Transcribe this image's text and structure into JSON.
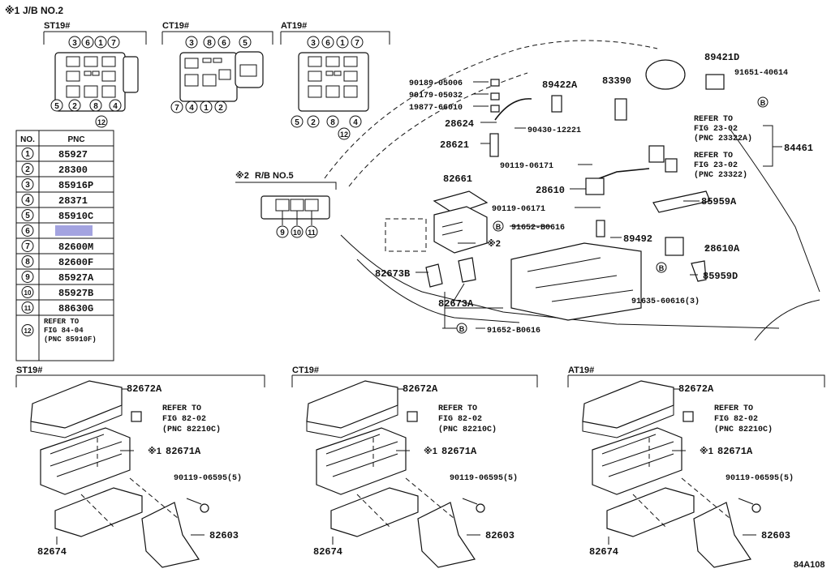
{
  "notes": {
    "jb_marker": "※1",
    "jb_title": "J/B NO.2",
    "rb_marker": "※2",
    "rb_title": "R/B NO.5"
  },
  "jb_views": [
    {
      "label": "ST19#",
      "numbers": [
        "3",
        "6",
        "1",
        "7",
        "5",
        "2",
        "8",
        "4",
        "12"
      ]
    },
    {
      "label": "CT19#",
      "numbers": [
        "3",
        "8",
        "6",
        "5",
        "7",
        "4",
        "1",
        "2"
      ]
    },
    {
      "label": "AT19#",
      "numbers": [
        "3",
        "6",
        "1",
        "7",
        "5",
        "2",
        "8",
        "4",
        "12"
      ]
    }
  ],
  "rb_numbers": [
    "9",
    "10",
    "11"
  ],
  "pnc_table": {
    "headers": [
      "NO.",
      "PNC"
    ],
    "rows": [
      {
        "no": "1",
        "pnc": "85927"
      },
      {
        "no": "2",
        "pnc": "28300"
      },
      {
        "no": "3",
        "pnc": "85916P"
      },
      {
        "no": "4",
        "pnc": "28371"
      },
      {
        "no": "5",
        "pnc": "85910C"
      },
      {
        "no": "6",
        "pnc": ""
      },
      {
        "no": "7",
        "pnc": "82600M"
      },
      {
        "no": "8",
        "pnc": "82600F"
      },
      {
        "no": "9",
        "pnc": "85927A"
      },
      {
        "no": "10",
        "pnc": "85927B"
      },
      {
        "no": "11",
        "pnc": "88630G"
      },
      {
        "no": "12",
        "pnc": "REFER TO\nFIG 84-04\n(PNC 85910F)"
      }
    ],
    "highlight_color": "#a3a3e0"
  },
  "engine_labels": {
    "p90189": "90189-05006",
    "p90179": "90179-05032",
    "p19877": "19877-66010",
    "p89422a": "89422A",
    "p83390": "83390",
    "p89421d": "89421D",
    "p91651": "91651-40614",
    "p28624": "28624",
    "p90430": "90430-12221",
    "refer1_a": "REFER TO",
    "refer1_b": "FIG 23-02",
    "refer1_c": "(PNC 23322A)",
    "refer2_a": "REFER TO",
    "refer2_b": "FIG 23-02",
    "refer2_c": "(PNC 23322)",
    "p84461": "84461",
    "p28621": "28621",
    "p90119a": "90119-06171",
    "p82661": "82661",
    "p28610": "28610",
    "p90119b": "90119-06171",
    "p85959a": "85959A",
    "p91652a": "91652-B0616",
    "p89492": "89492",
    "mark2": "※2",
    "p28610a": "28610A",
    "p82673b": "82673B",
    "p85959d": "85959D",
    "p82673a": "82673A",
    "p91635": "91635-60616(3)",
    "p91652b": "91652-B0616",
    "b_mark": "B"
  },
  "bottom_panels": [
    {
      "label": "ST19#",
      "cover": "82672A",
      "refer_a": "REFER TO",
      "refer_b": "FIG 82-02",
      "refer_c": "(PNC 82210C)",
      "box": "82671A",
      "mark": "※1",
      "bolt": "90119-06595(5)",
      "bracket": "82603",
      "tray": "82674"
    },
    {
      "label": "CT19#",
      "cover": "82672A",
      "refer_a": "REFER TO",
      "refer_b": "FIG 82-02",
      "refer_c": "(PNC 82210C)",
      "box": "82671A",
      "mark": "※1",
      "bolt": "90119-06595(5)",
      "bracket": "82603",
      "tray": "82674"
    },
    {
      "label": "AT19#",
      "cover": "82672A",
      "refer_a": "REFER TO",
      "refer_b": "FIG 82-02",
      "refer_c": "(PNC 82210C)",
      "box": "82671A",
      "mark": "※1",
      "bolt": "90119-06595(5)",
      "bracket": "82603",
      "tray": "82674"
    }
  ],
  "figure_code": "84A108"
}
